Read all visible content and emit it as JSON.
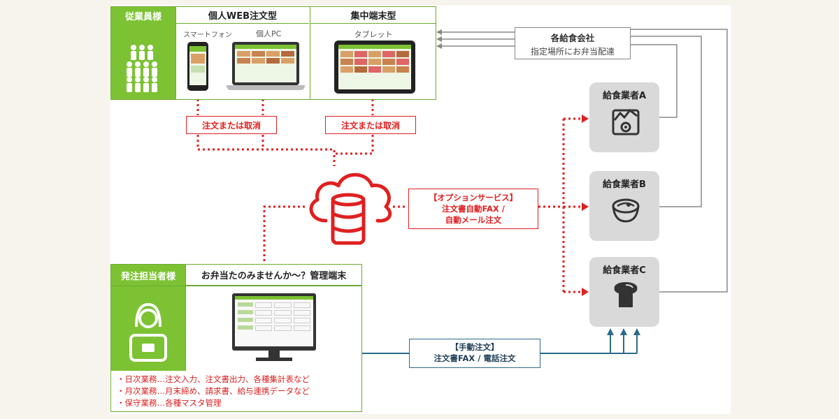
{
  "employees": {
    "label": "従業員様",
    "personal_web": {
      "title": "個人WEB注文型",
      "smartphone": "スマートフォン",
      "pc": "個人PC"
    },
    "central": {
      "title": "集中端末型",
      "tablet": "タブレット"
    }
  },
  "order_cancel_label": "注文または取消",
  "delivery_box": {
    "line1": "各給食会社",
    "line2": "指定場所にお弁当配達"
  },
  "option_service": {
    "line1": "【オプションサービス】",
    "line2": "注文書自動FAX /",
    "line3": "自動メール注文"
  },
  "vendors": [
    {
      "name": "給食業者A",
      "icon": "kitchen-icon"
    },
    {
      "name": "給食業者B",
      "icon": "bowl-icon"
    },
    {
      "name": "給食業者C",
      "icon": "bread-icon"
    }
  ],
  "admin": {
    "label": "発注担当者様",
    "title": "お弁当たのみませんか～？管理端末",
    "tasks": [
      "・日次業務…注文入力、注文書出力、各種集計表など",
      "・月次業務…月末締め、請求書、給与連携データなど",
      "・保守業務…各種マスタ管理"
    ]
  },
  "manual_order": {
    "line1": "【手動注文】",
    "line2": "注文書FAX / 電話注文"
  },
  "colors": {
    "green": "#7cc233",
    "red": "#e02020",
    "blue": "#2a6a8a",
    "gray": "#888888"
  }
}
